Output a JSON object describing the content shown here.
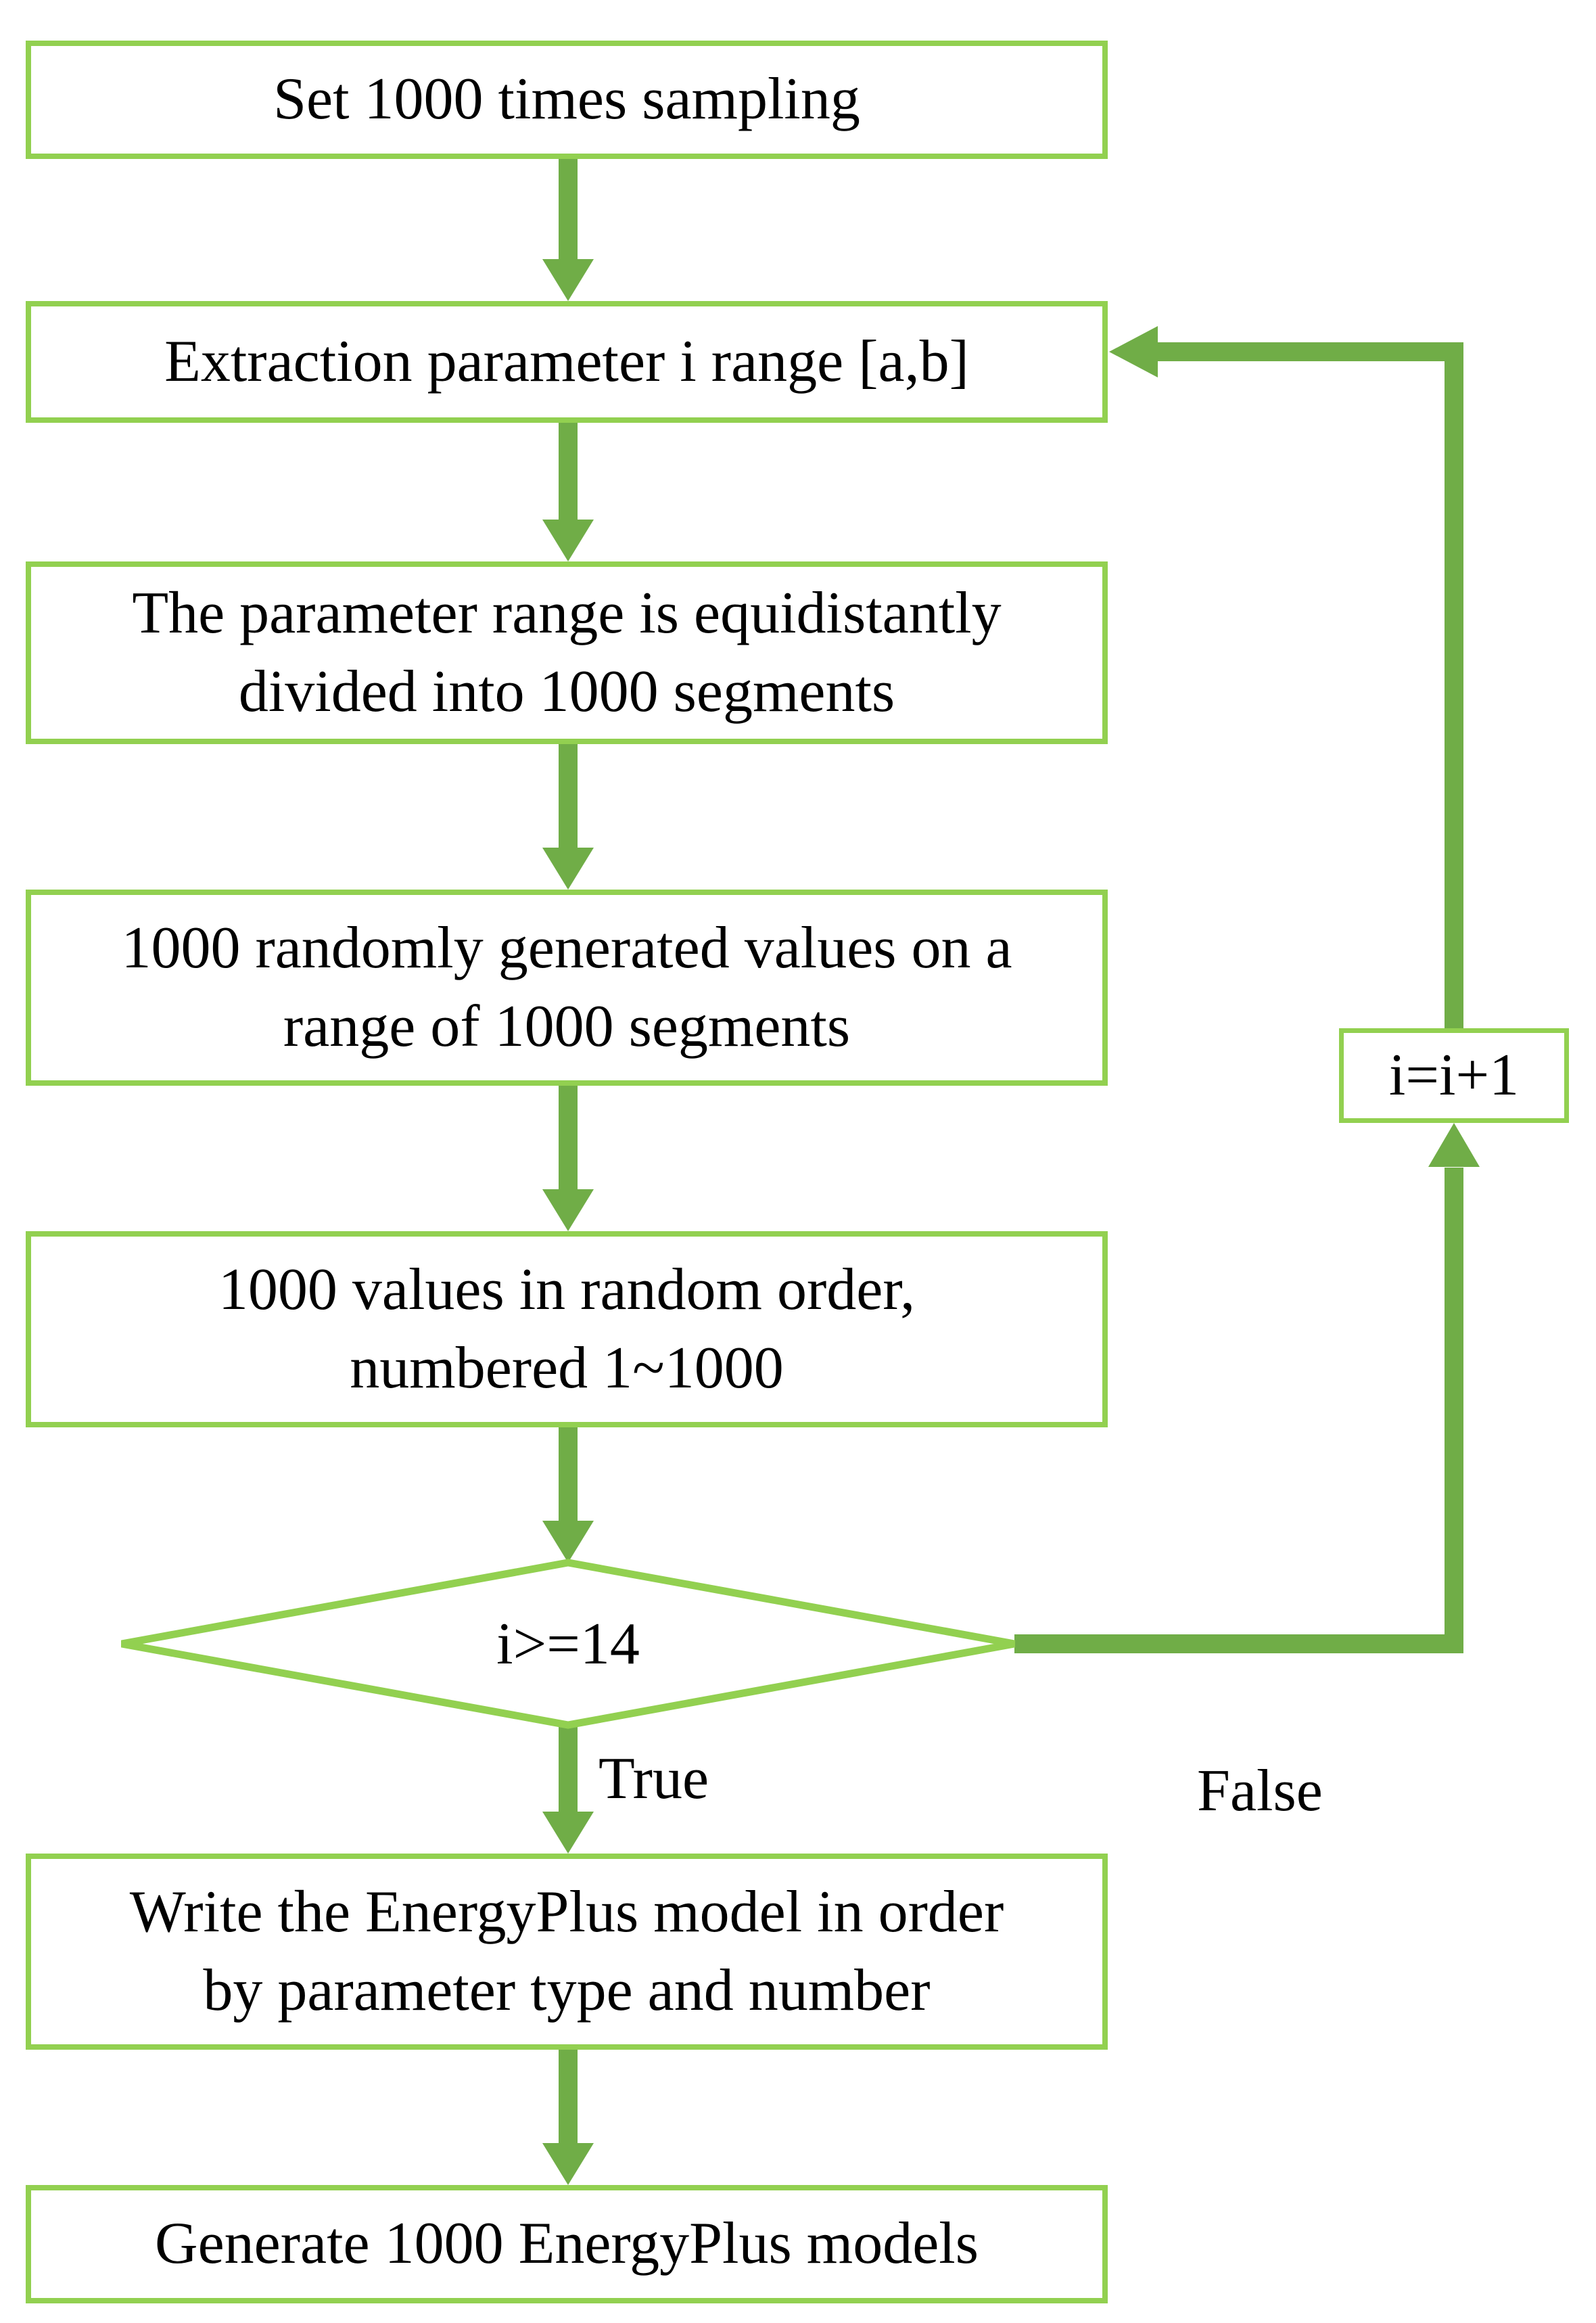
{
  "flowchart": {
    "colors": {
      "shape_border": "#92d050",
      "connector": "#70ad47",
      "text": "#000000",
      "background": "#ffffff"
    },
    "nodes": [
      {
        "id": "set-sampling",
        "type": "process",
        "text": "Set 1000 times sampling"
      },
      {
        "id": "extraction-parameter",
        "type": "process",
        "text": "Extraction parameter i range [a,b]"
      },
      {
        "id": "divide-segments",
        "type": "process",
        "text": "The parameter range is equidistantly\ndivided into 1000 segments"
      },
      {
        "id": "random-values",
        "type": "process",
        "text": "1000 randomly generated values on a\nrange of 1000 segments"
      },
      {
        "id": "random-order",
        "type": "process",
        "text": "1000 values in random order,\nnumbered 1~1000"
      },
      {
        "id": "decision-i-threshold",
        "type": "decision",
        "text": "i>=14"
      },
      {
        "id": "increment-i",
        "type": "process",
        "text": "i=i+1"
      },
      {
        "id": "write-energyplus",
        "type": "process",
        "text": "Write the EnergyPlus model in order\nby parameter type and number"
      },
      {
        "id": "generate-models",
        "type": "process",
        "text": "Generate 1000 EnergyPlus models"
      }
    ],
    "edge_labels": {
      "true_label": "True",
      "false_label": "False"
    }
  }
}
